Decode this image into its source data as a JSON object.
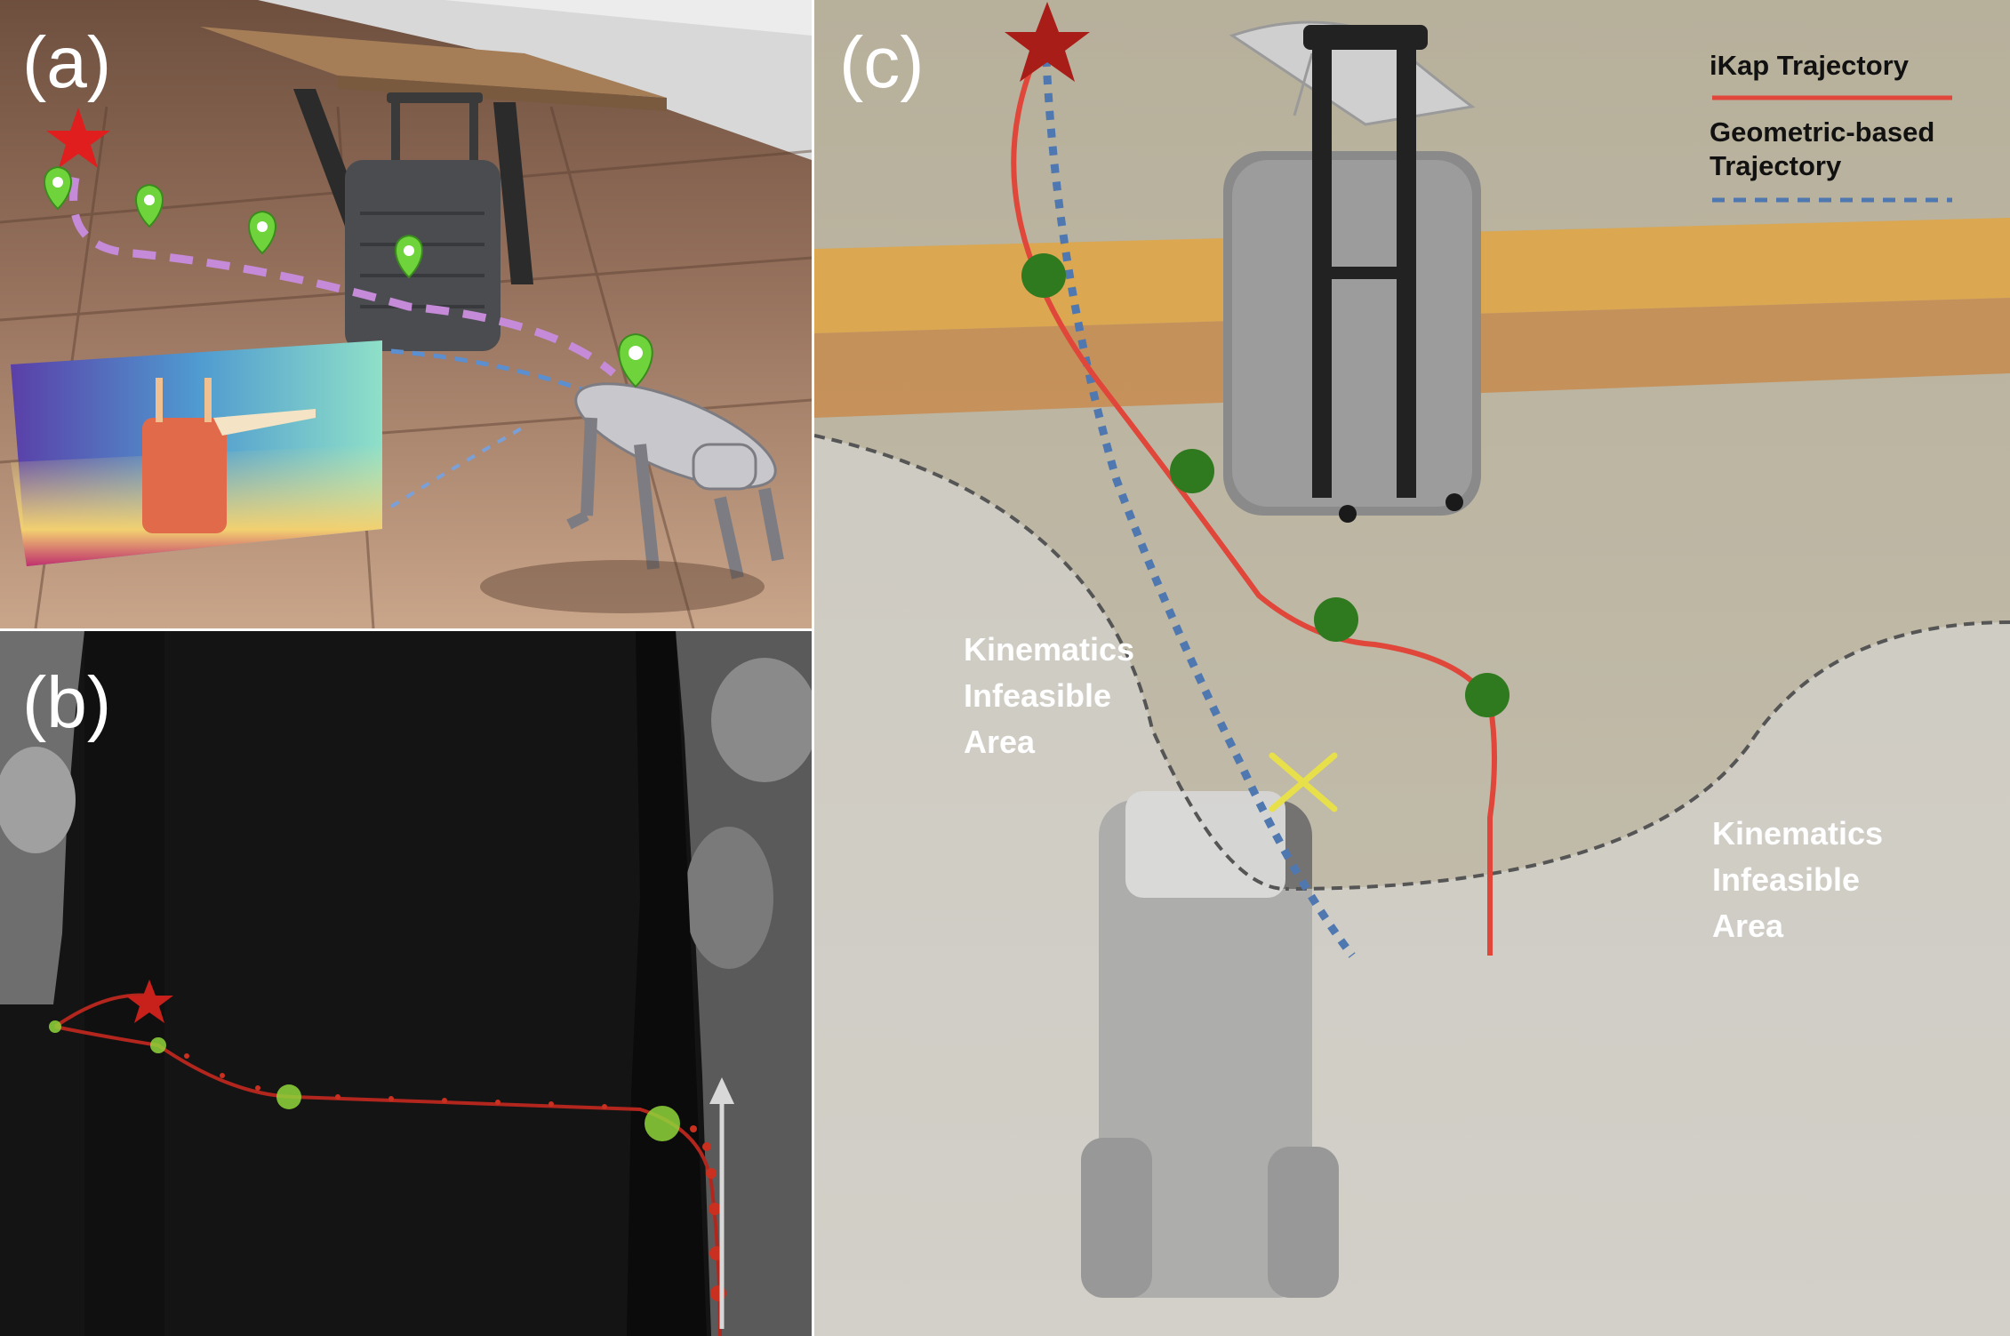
{
  "panels": {
    "a": {
      "label": "(a)"
    },
    "b": {
      "label": "(b)"
    },
    "c": {
      "label": "(c)"
    }
  },
  "legend": {
    "ikap": "iKap Trajectory",
    "geometric_line1": "Geometric-based",
    "geometric_line2": "Trajectory"
  },
  "infeasible_left": [
    "Kinematics",
    "Infeasible",
    "Area"
  ],
  "infeasible_right": [
    "Kinematics",
    "Infeasible",
    "Area"
  ],
  "colors": {
    "ikap_trajectory": "#e0463a",
    "geometric_trajectory": "#4f78b0",
    "waypoint": "#2f7a1f",
    "goal_star": "#c8201a",
    "fail_cross": "#e8e04a",
    "marker_pin": "#6fd43c"
  }
}
